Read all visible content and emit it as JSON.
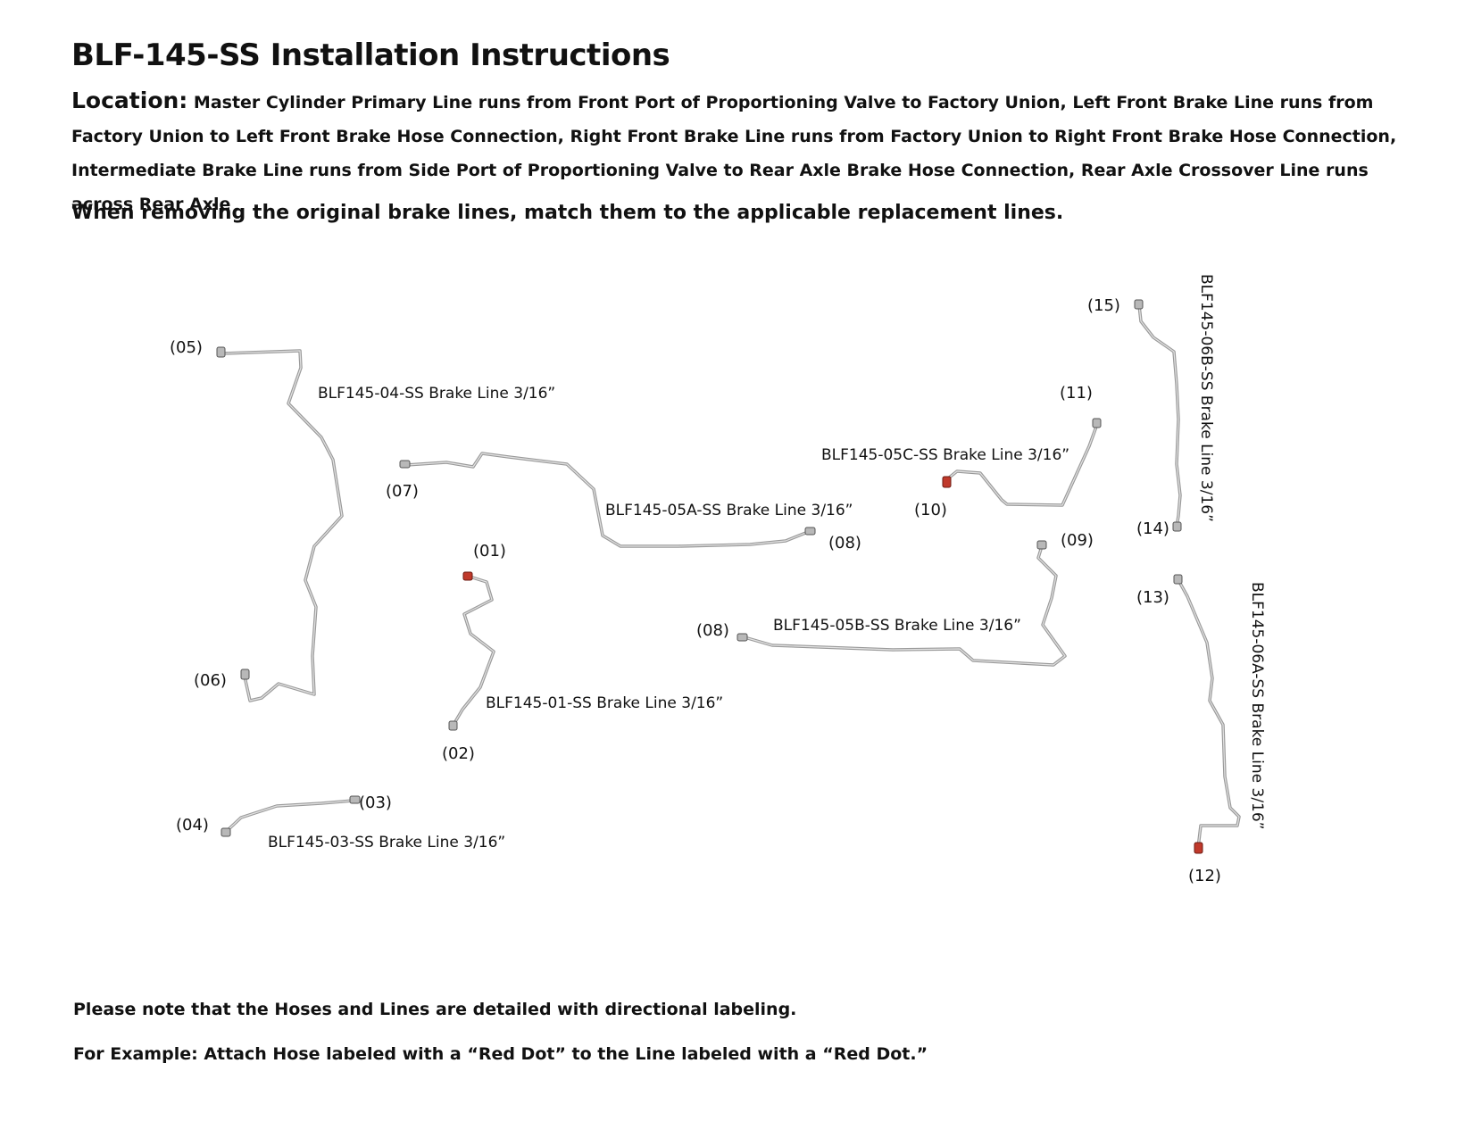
{
  "title": "BLF-145-SS Installation Instructions",
  "location_label": "Location:",
  "location_text": "Master Cylinder Primary Line runs from Front Port of Proportioning Valve to Factory Union, Left Front Brake Line runs from Factory Union to Left Front Brake Hose Connection, Right Front Brake Line runs from Factory Union to Right Front Brake Hose Connection, Intermediate Brake Line runs from Side Port of Proportioning Valve to Rear Axle Brake Hose Connection, Rear Axle Crossover Line runs across Rear Axle",
  "removing_note": "When removing the original brake lines, match them to the applicable replacement lines.",
  "lines": {
    "l01": "BLF145-01-SS Brake Line 3/16”",
    "l03": "BLF145-03-SS Brake Line 3/16”",
    "l04": "BLF145-04-SS Brake Line 3/16”",
    "l05a": "BLF145-05A-SS Brake Line 3/16”",
    "l05b": "BLF145-05B-SS Brake Line 3/16”",
    "l05c": "BLF145-05C-SS Brake Line 3/16”",
    "l06a": "BLF145-06A-SS Brake Line 3/16”",
    "l06b": "BLF145-06B-SS Brake Line 3/16”"
  },
  "points": {
    "p01": "(01)",
    "p02": "(02)",
    "p03": "(03)",
    "p04": "(04)",
    "p05": "(05)",
    "p06": "(06)",
    "p07": "(07)",
    "p08a": "(08)",
    "p08b": "(08)",
    "p09": "(09)",
    "p10": "(10)",
    "p11": "(11)",
    "p12": "(12)",
    "p13": "(13)",
    "p14": "(14)",
    "p15": "(15)"
  },
  "notes": {
    "directional": "Please note that the Hoses and Lines are detailed with directional labeling.",
    "example": "For Example: Attach Hose labeled with a “Red Dot” to the Line labeled with a “Red Dot.”"
  },
  "colors": {
    "tube": "#9a9a9a",
    "red_dot": "#c0392b",
    "text": "#111111"
  }
}
